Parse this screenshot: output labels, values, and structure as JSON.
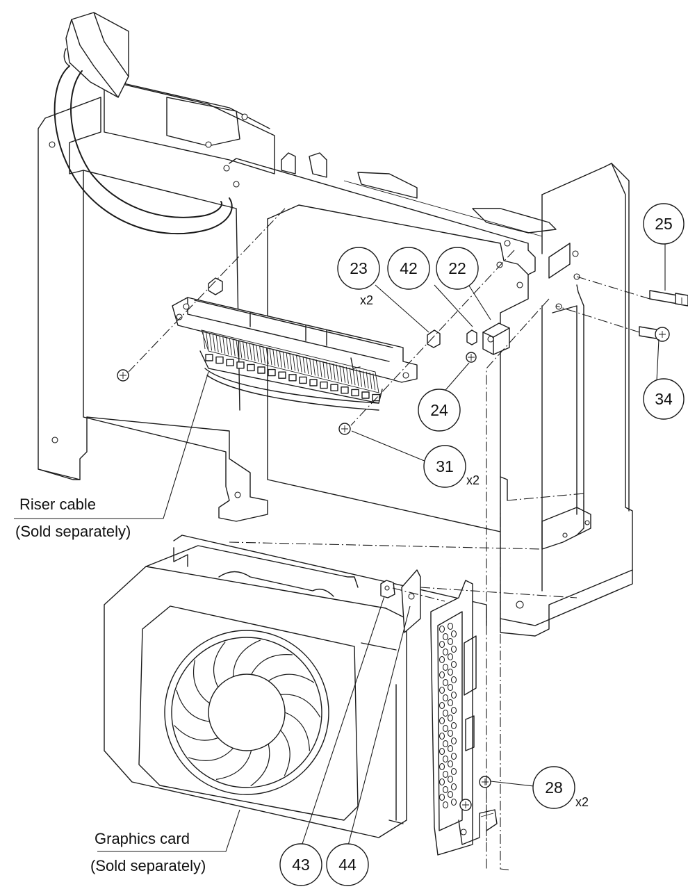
{
  "callouts": [
    {
      "id": "c22",
      "number": "22",
      "qty": ""
    },
    {
      "id": "c23",
      "number": "23",
      "qty": "x2"
    },
    {
      "id": "c24",
      "number": "24",
      "qty": ""
    },
    {
      "id": "c25",
      "number": "25",
      "qty": ""
    },
    {
      "id": "c28",
      "number": "28",
      "qty": "x2"
    },
    {
      "id": "c31",
      "number": "31",
      "qty": "x2"
    },
    {
      "id": "c34",
      "number": "34",
      "qty": ""
    },
    {
      "id": "c42",
      "number": "42",
      "qty": ""
    },
    {
      "id": "c43",
      "number": "43",
      "qty": ""
    },
    {
      "id": "c44",
      "number": "44",
      "qty": ""
    }
  ],
  "labels": {
    "riser_cable": {
      "line1": "Riser cable",
      "line2": "(Sold separately)"
    },
    "graphics_card": {
      "line1": "Graphics card",
      "line2": "(Sold separately)"
    }
  },
  "colors": {
    "line": "#1a1a1a",
    "background": "#ffffff"
  }
}
